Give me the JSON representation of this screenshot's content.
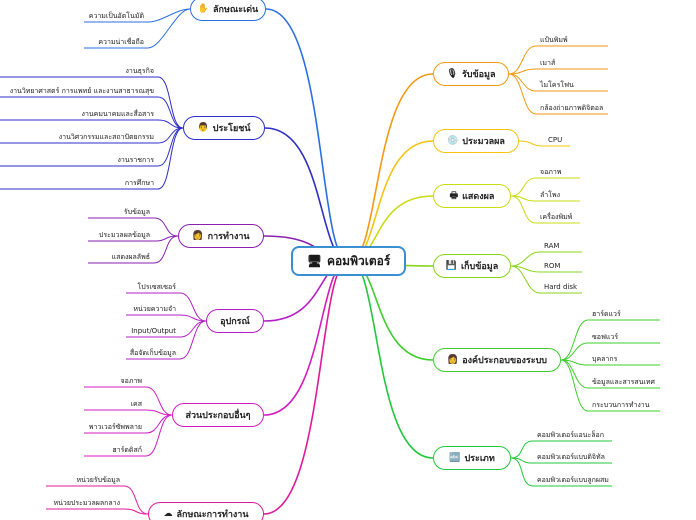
{
  "center": {
    "label": "คอมพิวเตอร์",
    "icon": "computer-icon"
  },
  "branches": [
    {
      "id": "lakshana",
      "label": "ลักษณะเด่น",
      "icon": "hand-icon",
      "glyph": "✋",
      "color": "#2a6fe0",
      "leaves": [
        "ความเป็นอัตโนมัติ",
        "ความน่าเชื่อถือ"
      ]
    },
    {
      "id": "prayot",
      "label": "ประโยชน์",
      "icon": "person-icon",
      "glyph": "👨",
      "color": "#2e2ec8",
      "leaves": [
        "งานธุรกิจ",
        "งานวิทยาศาสตร์ การแพทย์ และงานสาธารณสุข",
        "งานคมนาคมและสื่อสาร",
        "งานวิศวกรรมและสถาปัตยกรรม",
        "งานราชการ",
        "การศึกษา"
      ]
    },
    {
      "id": "kantamngan",
      "label": "การทำงาน",
      "icon": "worker-icon",
      "glyph": "👩",
      "color": "#8a1fb0",
      "leaves": [
        "รับข้อมูล",
        "ประมวลผลข้อมูล",
        "แสดงผลลัพธ์"
      ]
    },
    {
      "id": "upakon",
      "label": "อุปกรณ์",
      "icon": "",
      "glyph": "",
      "color": "#b51cc8",
      "leaves": [
        "โปรเซสเซอร์",
        "หน่วยความจำ",
        "Input/Output",
        "สื่อจัดเก็บข้อมูล"
      ]
    },
    {
      "id": "suanprakop",
      "label": "ส่วนประกอบอื่นๆ",
      "icon": "",
      "glyph": "",
      "color": "#d11cc0",
      "leaves": [
        "จอภาพ",
        "เคส",
        "พาวเวอร์ซัพพลาย",
        "ฮาร์ดดิสก์"
      ]
    },
    {
      "id": "lakshanakan",
      "label": "ลักษณะการทำงาน",
      "icon": "cloud-icon",
      "glyph": "☁",
      "color": "#e0199a",
      "leaves": [
        "หน่วยรับข้อมูล",
        "หน่วยประมวลผลกลาง"
      ]
    },
    {
      "id": "rap",
      "label": "รับข้อมูล",
      "icon": "microphone-icon",
      "glyph": "🎙",
      "color": "#f29a12",
      "leaves": [
        "แป้นพิมพ์",
        "เมาส์",
        "ไมโครโฟน",
        "กล้องถ่ายภาพดิจิตอล"
      ]
    },
    {
      "id": "pramuan",
      "label": "ประมวลผล",
      "icon": "disc-icon",
      "glyph": "💿",
      "color": "#f4c40f",
      "leaves": [
        "CPU"
      ]
    },
    {
      "id": "sadaeng",
      "label": "แสดงผล",
      "icon": "printer-icon",
      "glyph": "🖶",
      "color": "#c8dc10",
      "leaves": [
        "จอภาพ",
        "ลำโพง",
        "เครื่องพิมพ์"
      ]
    },
    {
      "id": "kep",
      "label": "เก็บข้อมูล",
      "icon": "floppy-disk-icon",
      "glyph": "💾",
      "color": "#88d418",
      "leaves": [
        "RAM",
        "ROM",
        "Hard disk"
      ]
    },
    {
      "id": "ongprakop",
      "label": "องค์ประกอบของระบบ",
      "icon": "person-icon",
      "glyph": "👩",
      "color": "#3ccf2a",
      "leaves": [
        "ฮาร์ดแวร์",
        "ซอฟแวร์",
        "บุคลากร",
        "ข้อมูลและสารสนเทศ",
        "กระบวนการทำงาน"
      ]
    },
    {
      "id": "praphet",
      "label": "ประเภท",
      "icon": "abc-icon",
      "glyph": "🔤",
      "color": "#22c83c",
      "leaves": [
        "คอมพิวเตอร์แอนะล็อก",
        "คอมพิวเตอร์แบบดิจิทัล",
        "คอมพิวเตอร์แบบลูกผสม"
      ]
    }
  ]
}
